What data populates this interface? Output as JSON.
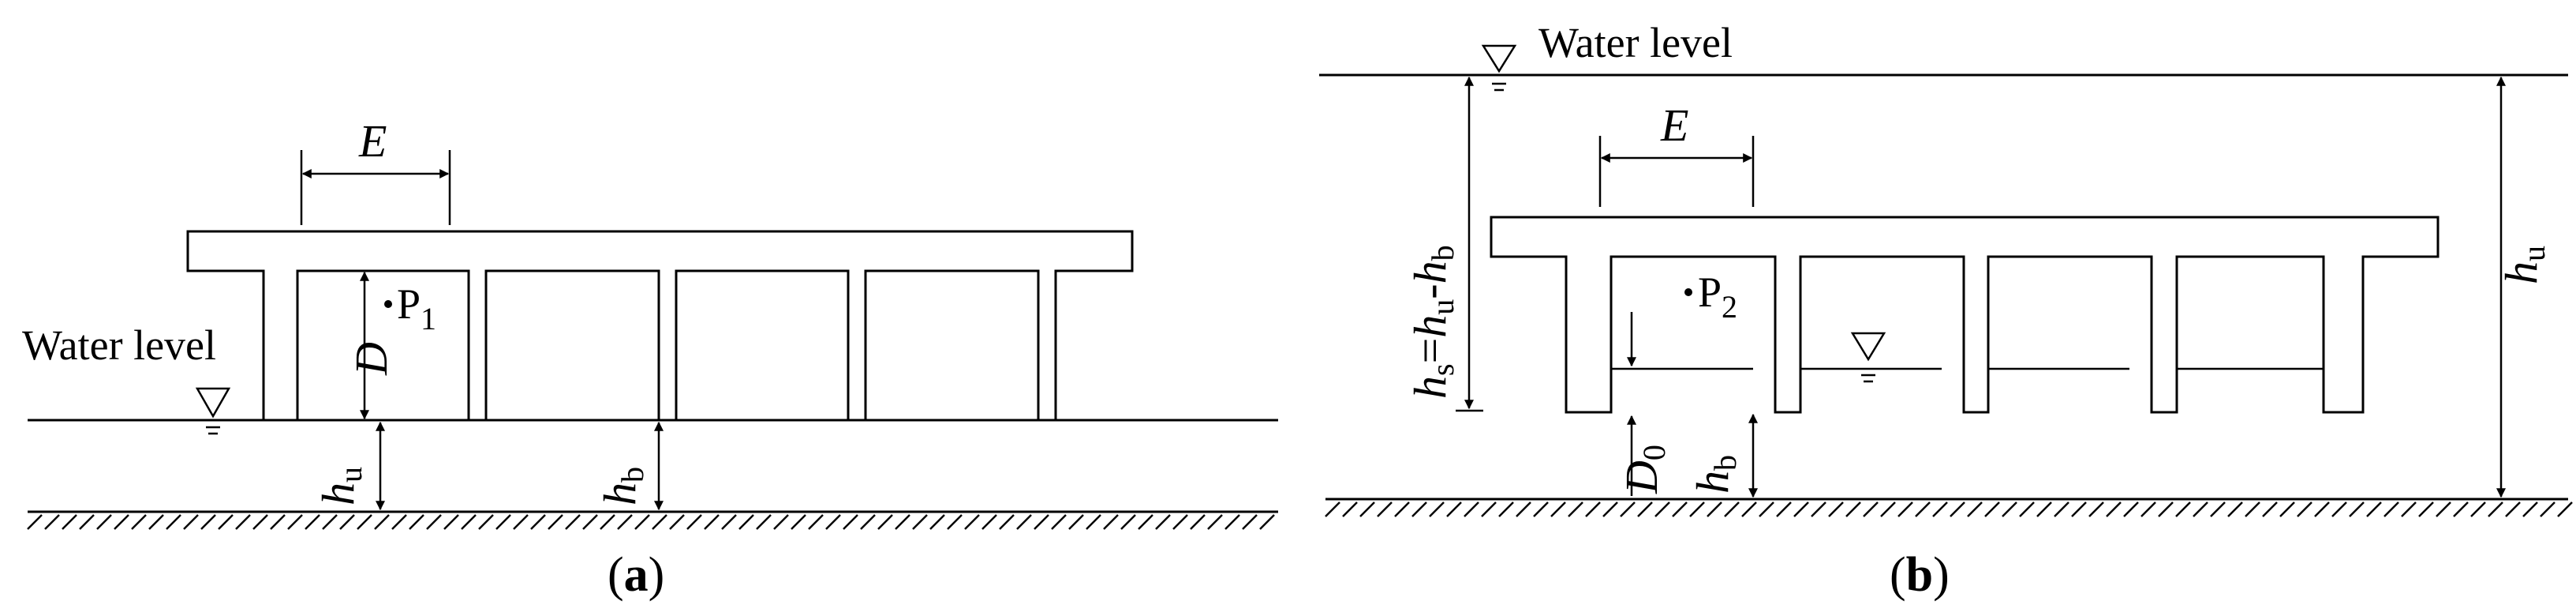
{
  "colors": {
    "stroke": "#000000",
    "background": "#ffffff"
  },
  "panel_a": {
    "caption_open": "(",
    "caption_letter": "a",
    "caption_close": ")",
    "water_level_label": "Water level",
    "span_label": "E",
    "depth_label": "D",
    "point_label": "P",
    "point_sub": "1",
    "gap_u_label": "h",
    "gap_u_sub": "u",
    "gap_b_label": "h",
    "gap_b_sub": "b"
  },
  "panel_b": {
    "caption_open": "(",
    "caption_letter": "b",
    "caption_close": ")",
    "water_level_label": "Water level",
    "span_label": "E",
    "point_label": "P",
    "point_sub": "2",
    "submergence_label": "h",
    "submergence_sub": "s",
    "submergence_eq": "=",
    "submergence_hu": "h",
    "submergence_hu_sub": "u",
    "submergence_minus": "-",
    "submergence_hb": "h",
    "submergence_hb_sub": "b",
    "total_label": "h",
    "total_sub": "u",
    "draft_label": "D",
    "draft_sub": "0",
    "gap_b_label": "h",
    "gap_b_sub": "b"
  }
}
